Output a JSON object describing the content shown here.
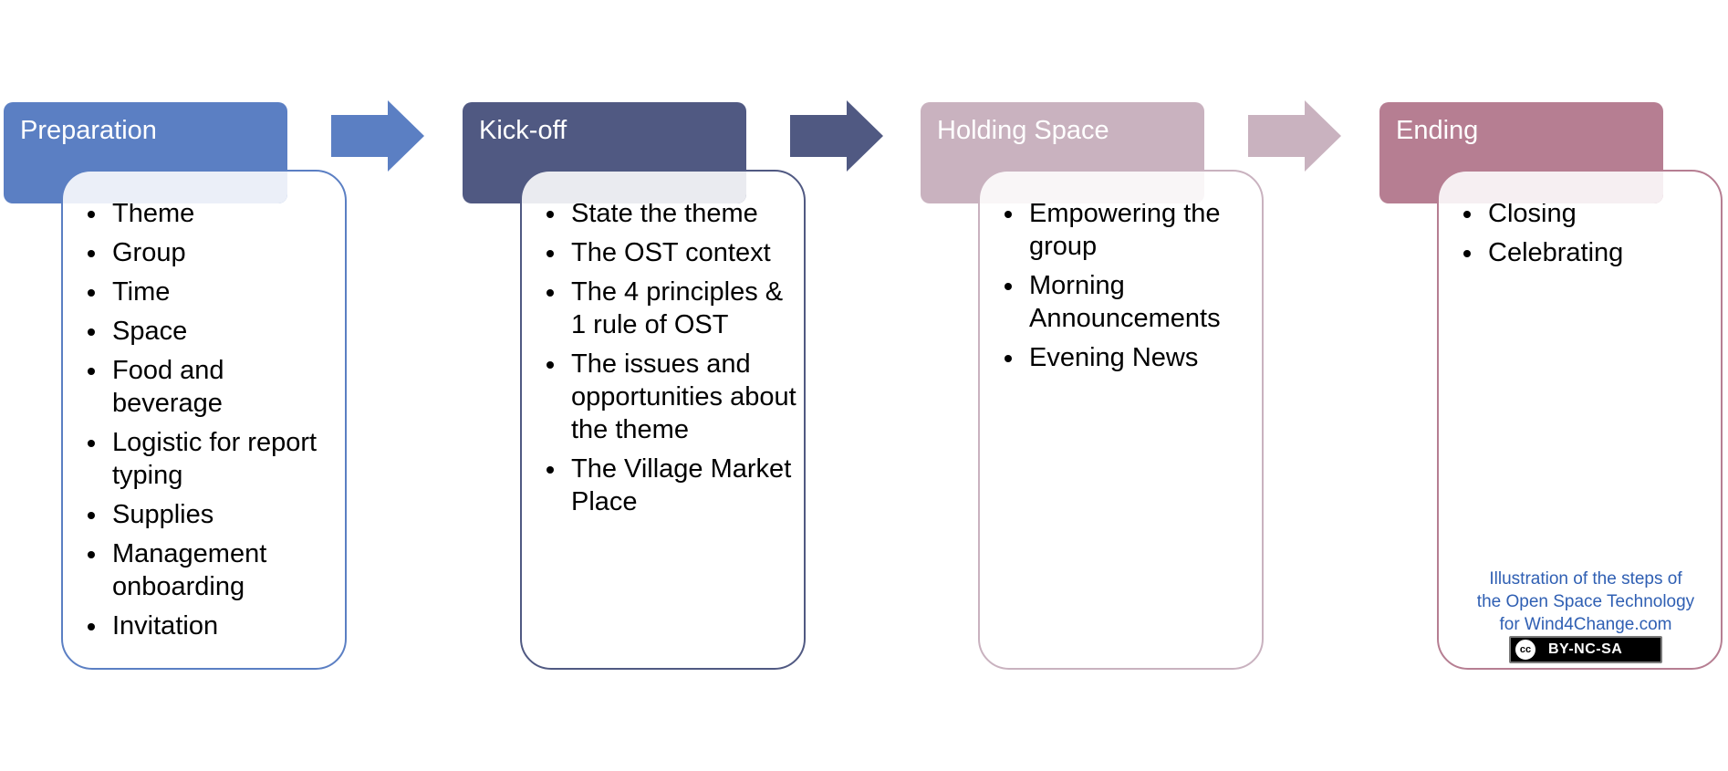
{
  "stages": [
    {
      "title": "Preparation",
      "header_color": "#5b7fc3",
      "border_color": "#5b7fc3",
      "items": [
        "Theme",
        "Group",
        "Time",
        "Space",
        "Food and beverage",
        "Logistic for report typing",
        "Supplies",
        "Management onboarding",
        "Invitation"
      ]
    },
    {
      "title": "Kick-off",
      "header_color": "#505982",
      "border_color": "#505982",
      "items": [
        "State the theme",
        "The OST context",
        "The 4 principles & 1 rule of OST",
        "The issues and opportunities about the theme",
        "The Village Market Place"
      ]
    },
    {
      "title": "Holding Space",
      "header_color": "#c9b2bf",
      "border_color": "#c9b2bf",
      "items": [
        "Empowering the group",
        "Morning Announcements",
        "Evening News"
      ]
    },
    {
      "title": "Ending",
      "header_color": "#b67e92",
      "border_color": "#b67e92",
      "items": [
        "Closing",
        "Celebrating"
      ]
    }
  ],
  "credit": {
    "line1": "Illustration of the steps of",
    "line2": "the Open Space Technology",
    "line3": "for Wind4Change.com",
    "cc_symbol": "cc",
    "license": "BY-NC-SA"
  }
}
